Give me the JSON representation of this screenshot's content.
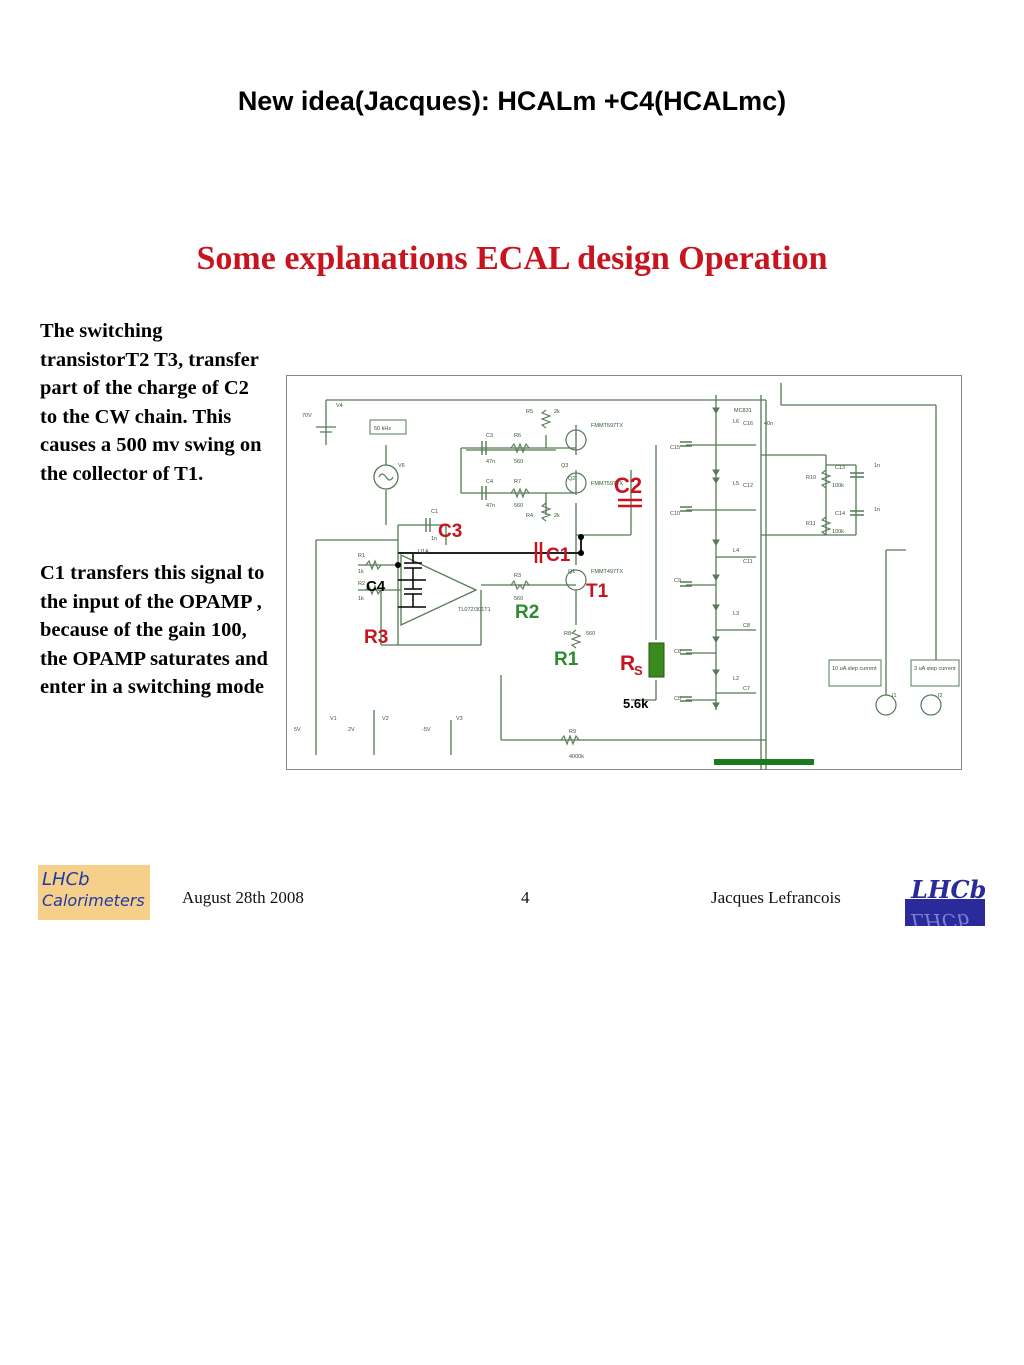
{
  "header": {
    "title": "New idea(Jacques): HCALm +C4(HCALmc)"
  },
  "slide": {
    "title": "Some explanations ECAL design Operation",
    "paragraphs": [
      "The switching transistorT2 T3, transfer part of the charge of C2 to the CW chain. This causes a 500 mv swing on the collector of T1.",
      "C1 transfers this signal to the input of the OPAMP , because of the gain 100, the OPAMP saturates and enter in a switching mode"
    ]
  },
  "schematic": {
    "labels_red": {
      "c2": "C2",
      "c3": "C3",
      "c1": "C1",
      "t1": "T1",
      "r3": "R3",
      "rs": "R",
      "rs_sub": "S"
    },
    "labels_green": {
      "r2": "R2",
      "r1": "R1"
    },
    "labels_black": {
      "c4": "C4",
      "rs_value": "5.6k"
    },
    "small": {
      "v4": "V4",
      "v70": "70V",
      "freq": "50 kHz",
      "v6": "V6",
      "c3": "C3",
      "c3v": "47n",
      "r6": "R6",
      "r6v": "560",
      "c4": "C4",
      "c4v": "47n",
      "r7": "R7",
      "r7v": "560",
      "r5": "R5",
      "r5v": "2k",
      "r4": "R4",
      "r4v": "2k",
      "q3": "Q3",
      "q2": "Q2",
      "q1": "Q1",
      "pmmt": "FMMT597TX",
      "pmmt2": "FMMT597TX",
      "nmmt": "FMMT497TX",
      "c1": "C1",
      "c1v": "1n",
      "r1": "R1",
      "r2": "R2",
      "r1v": "1k",
      "r2v": "1k",
      "u1": "U1A",
      "opamp": "TL072/301T1",
      "r3": "R3",
      "r3v": "560",
      "r8": "R8",
      "r8v": "560",
      "r9": "R9",
      "r9v": "4000k",
      "v1": "V1",
      "v2": "V2",
      "v3": "V3",
      "v5": "5V",
      "v2v": "2V",
      "v3v": "-5V",
      "mcol": "MC831",
      "c15": "C15",
      "c10": "C10",
      "c9": "C9",
      "c6": "C6",
      "c5": "C5",
      "c16": "C16",
      "c12": "C12",
      "c11": "C11",
      "c8": "C8",
      "c7": "C7",
      "cap": "40n",
      "l6": "L6",
      "l5": "L5",
      "l4": "L4",
      "l3": "L3",
      "l2": "L2",
      "r10": "R10",
      "r11": "R11",
      "r10v": "100k",
      "r11v": "100k",
      "c13": "C13",
      "c14": "C14",
      "c13v": "1n",
      "c14v": "1n",
      "step1": "10 uA step current",
      "step2": "3 uA step current",
      "i1": "I1",
      "i2": "I2"
    }
  },
  "footer": {
    "logo_left_line1": "LHCb",
    "logo_left_line2": "Calorimeters",
    "date": "August  28th 2008",
    "page": "4",
    "author": "Jacques Lefrancois",
    "logo_right": "LHCb"
  },
  "colors": {
    "red": "#c8141e",
    "green": "#2e8b2e",
    "wire": "#557a55"
  }
}
